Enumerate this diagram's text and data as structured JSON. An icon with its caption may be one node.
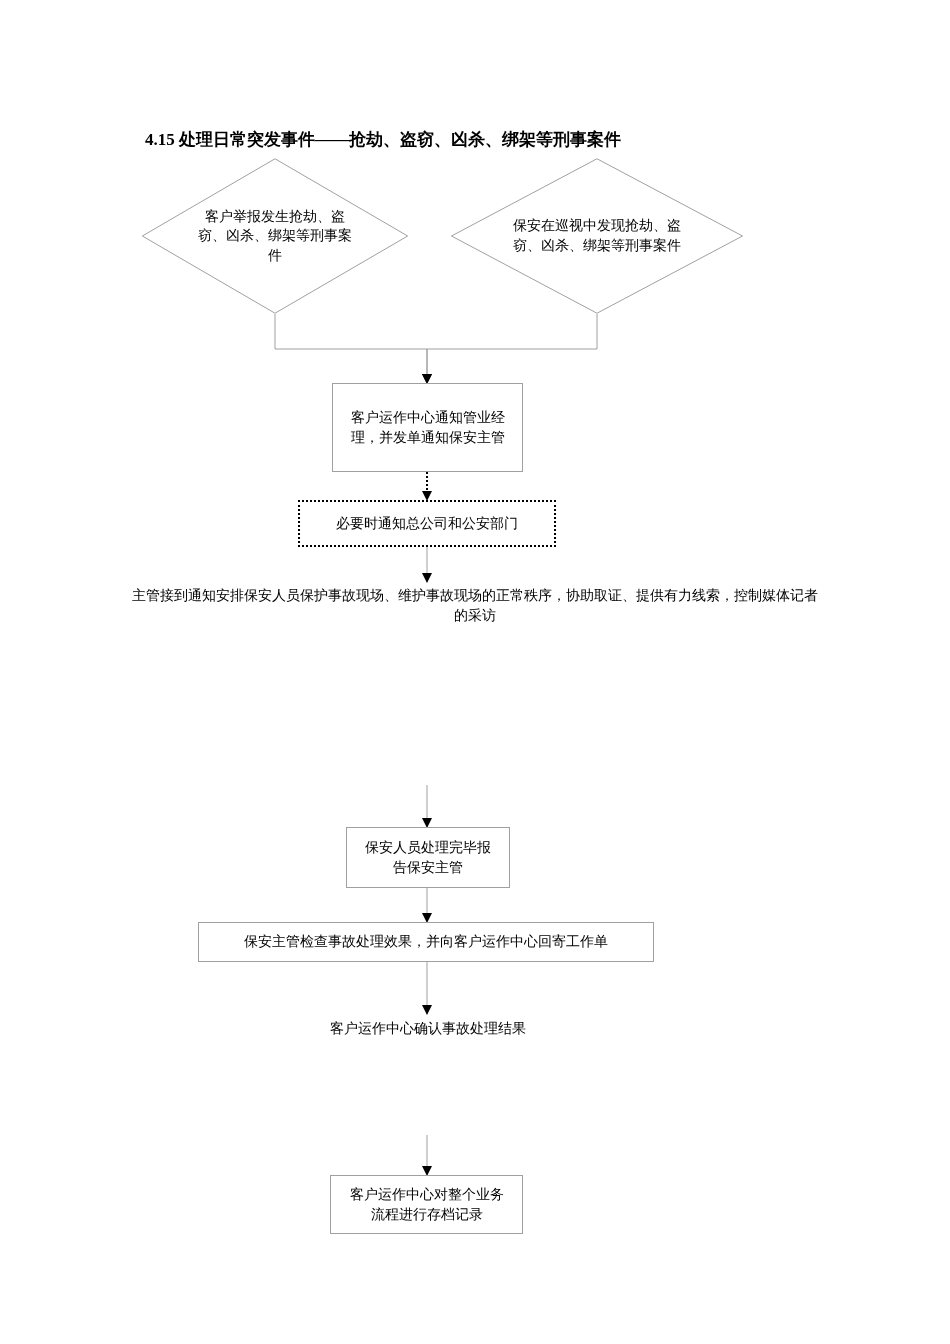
{
  "diagram": {
    "title": "4.15 处理日常突发事件——抢劫、盗窃、凶杀、绑架等刑事案件",
    "nodes": [
      {
        "text": [
          "客户举报发生抢劫、盗窃、凶杀、绑架等刑事案件"
        ]
      },
      {
        "text": [
          "保安在巡视中发现抢劫、盗窃、凶杀、绑架等刑事案件"
        ]
      },
      {
        "text": [
          "客户运作中心通知管业经理，并发单通知保安主管"
        ]
      },
      {
        "text": [
          "必要时通知总公司和公安部门"
        ]
      },
      {
        "text": [
          "主管接到通知安排保安人员保护事故现场、维护事故现场的正常秩序，协助取证、提供有力线索，控制媒体记者的采访"
        ]
      },
      {
        "text": [
          "保安人员处理完毕报告保安主管"
        ]
      },
      {
        "text": [
          "保安主管检查事故处理效果，并向客户运作中心回寄工作单"
        ]
      },
      {
        "text": [
          "客户运作中心确认事故处理结果"
        ]
      },
      {
        "text": [
          "客户运作中心对整个业务流程进行存档记录"
        ]
      }
    ],
    "edges": [
      {
        "from": 0,
        "to": 2,
        "arrow": "to"
      },
      {
        "from": 1,
        "to": 2,
        "arrow": "to"
      },
      {
        "from": 2,
        "to": 3,
        "arrow": "to",
        "style": "dashed",
        "color": "#000000"
      },
      {
        "from": 3,
        "to": 4,
        "arrow": "to"
      },
      {
        "from": null,
        "to": 5,
        "arrow": "to"
      },
      {
        "from": 5,
        "to": 6,
        "arrow": "to"
      },
      {
        "from": 6,
        "to": 7,
        "arrow": "to"
      },
      {
        "from": null,
        "to": 8,
        "arrow": "to"
      }
    ]
  }
}
